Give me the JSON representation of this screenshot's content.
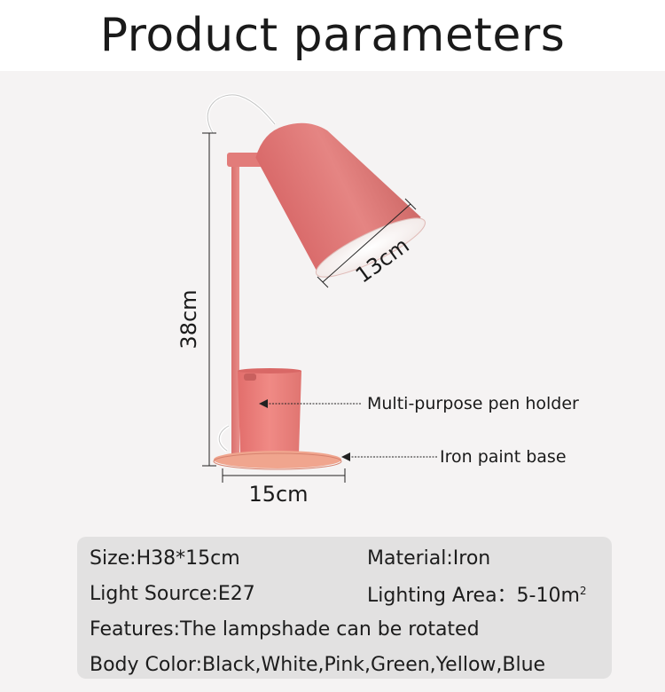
{
  "title": "Product parameters",
  "dimensions": {
    "height": "38cm",
    "shade_width": "13cm",
    "base_width": "15cm"
  },
  "callouts": {
    "pen_holder": "Multi-purpose pen holder",
    "base": "Iron paint base"
  },
  "colors": {
    "lamp_pink": "#e07a78",
    "base_pink": "#f0a58e",
    "background": "#f5f3f3",
    "spec_panel": "#e2e1e1"
  },
  "specs": {
    "size": "Size:H38*15cm",
    "material": "Material:Iron",
    "light_source": "Light Source:E27",
    "lighting_area_label": "Lighting Area：5-10m",
    "lighting_area_sup": "2",
    "features": "Features:The lampshade can be rotated",
    "body_color": "Body Color:Black,White,Pink,Green,Yellow,Blue"
  }
}
